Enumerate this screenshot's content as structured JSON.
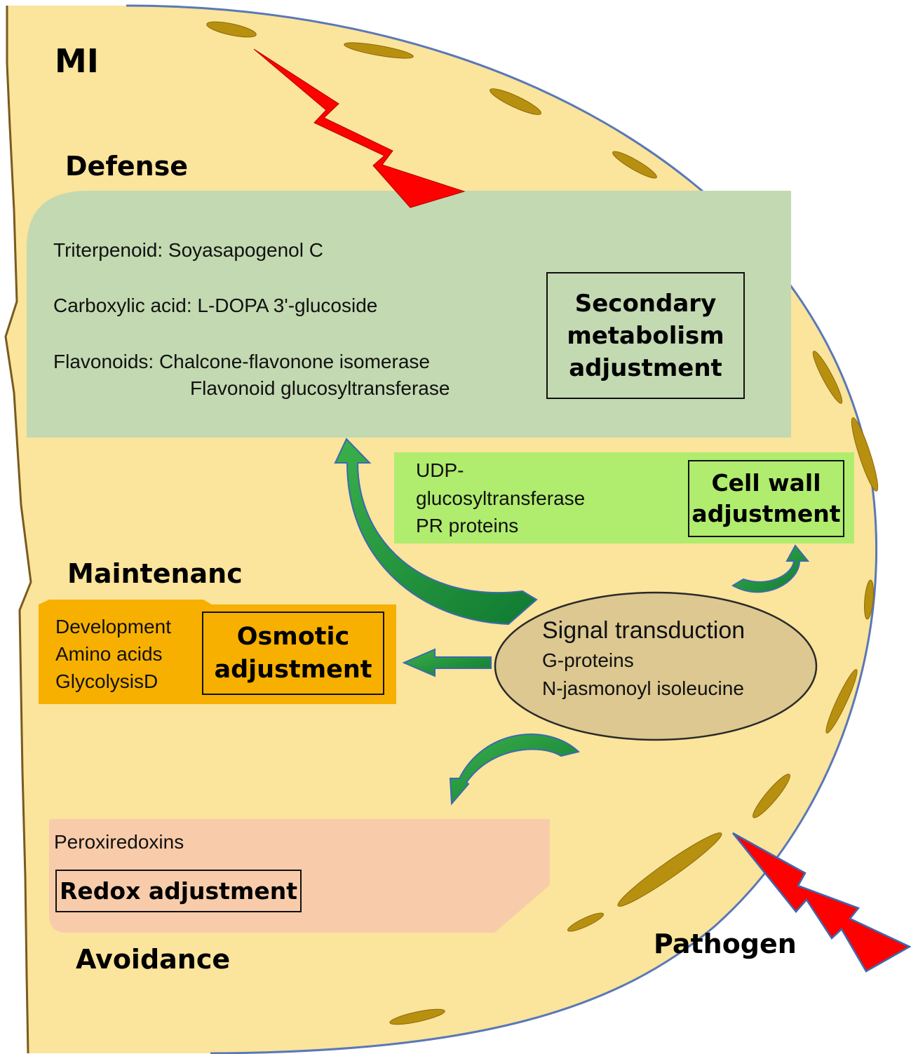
{
  "title": "MI",
  "pathogen_label": "Pathogen",
  "sections": {
    "defense": "Defense",
    "maintenance": "Maintenanc",
    "avoidance": "Avoidance"
  },
  "secondary_metabolism": {
    "triterpenoid": "Triterpenoid:  Soyasapogenol C",
    "carboxylic": "Carboxylic acid:  L-DOPA 3'-glucoside",
    "flavonoids_1": "Flavonoids: Chalcone-flavonone isomerase",
    "flavonoids_2": "Flavonoid glucosyltransferase",
    "label_line1": "Secondary",
    "label_line2": "metabolism",
    "label_line3": "adjustment"
  },
  "cell_wall": {
    "item1": "UDP-",
    "item2": "glucosyltransferase",
    "item3": "PR proteins",
    "label_line1": "Cell wall",
    "label_line2": "adjustment"
  },
  "osmotic": {
    "item1": "Development",
    "item2": "Amino acids",
    "item3": "GlycolysisD",
    "label_line1": "Osmotic",
    "label_line2": "adjustment"
  },
  "signal": {
    "title": "Signal transduction",
    "item1": "G-proteins",
    "item2": "N-jasmonoyl isoleucine"
  },
  "redox": {
    "item1": "Peroxiredoxins",
    "label": "Redox adjustment"
  },
  "colors": {
    "cell_fill": "#fbe49b",
    "cell_border": "#5a78b8",
    "secondary_fill": "#c3d9b1",
    "cellwall_fill": "#b0ec6e",
    "osmotic_fill": "#f7b000",
    "signal_fill": "#dcc890",
    "redox_fill": "#f8ccaa",
    "arrow_green": "#1a8a3a",
    "lightning_red": "#ff0000",
    "brown": "#b8900f"
  }
}
